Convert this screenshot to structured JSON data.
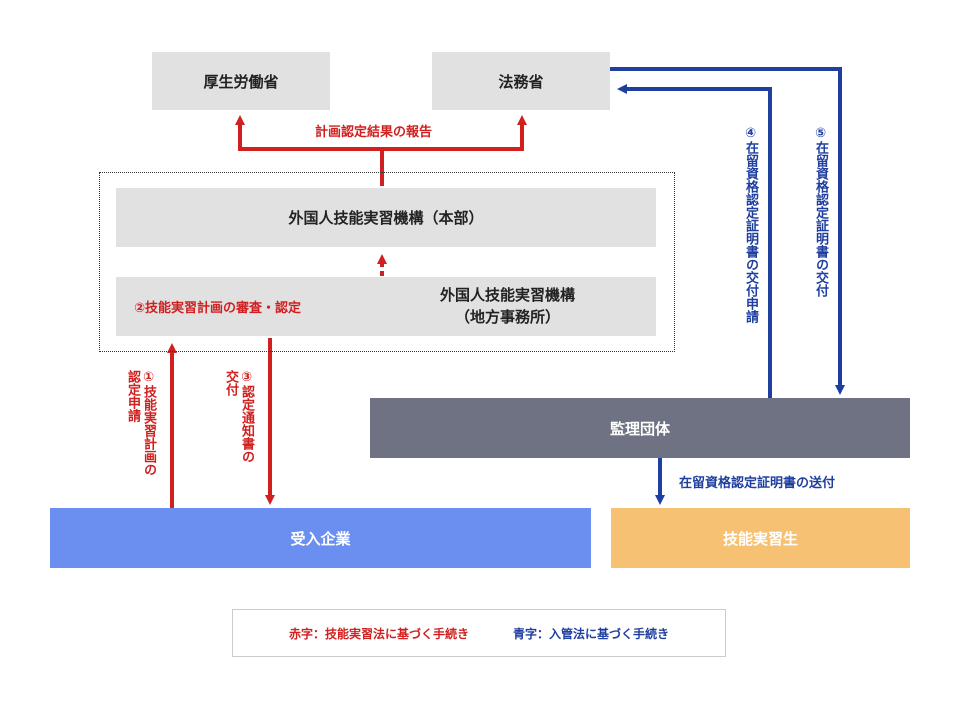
{
  "nodes": {
    "mhlw": "厚生労働省",
    "moj": "法務省",
    "otit_hq": "外国人技能実習機構（本部）",
    "otit_local_line1": "外国人技能実習機構",
    "otit_local_line2": "（地方事務所）",
    "review_step": "②技能実習計画の審査・認定",
    "supervising_org": "監理団体",
    "host_company": "受入企業",
    "trainee": "技能実習生"
  },
  "flows": {
    "report": "計画認定結果の報告",
    "step1": "①技能実習計画の\n認定申請",
    "step3": "③認定通知書の\n交付",
    "step4": "④在留資格認定証明書の交付申請",
    "step5": "⑤在留資格認定証明書の交付",
    "send_certificate": "在留資格認定証明書の送付"
  },
  "legend": {
    "red": "赤字：技能実習法に基づく手続き",
    "blue": "青字：入管法に基づく手続き"
  },
  "colors": {
    "red_procedure": "#d02020",
    "blue_procedure": "#1f3fa0",
    "government_box": "#e1e1e1",
    "supervising_box": "#6e7282",
    "company_box": "#6b8ff0",
    "trainee_box": "#f6c172"
  }
}
